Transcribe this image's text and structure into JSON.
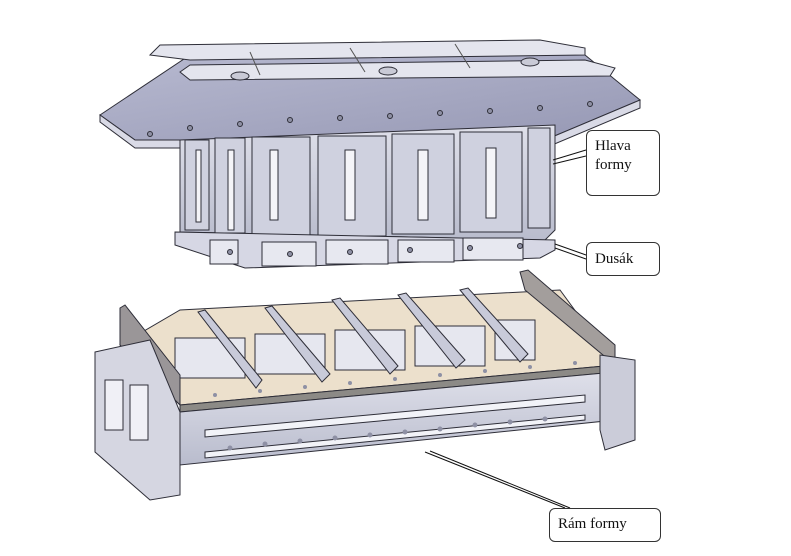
{
  "labels": {
    "head_line1": "Hlava",
    "head_line2": "formy",
    "tamper": "Dusák",
    "frame": "Rám formy"
  },
  "colors": {
    "steel_light": "#e6e7f0",
    "steel_mid": "#c3c6d6",
    "steel_dark": "#9a9db0",
    "plate_top": "#a9abc4",
    "beige_plate": "#ece0cc",
    "outline": "#2e2e38"
  }
}
